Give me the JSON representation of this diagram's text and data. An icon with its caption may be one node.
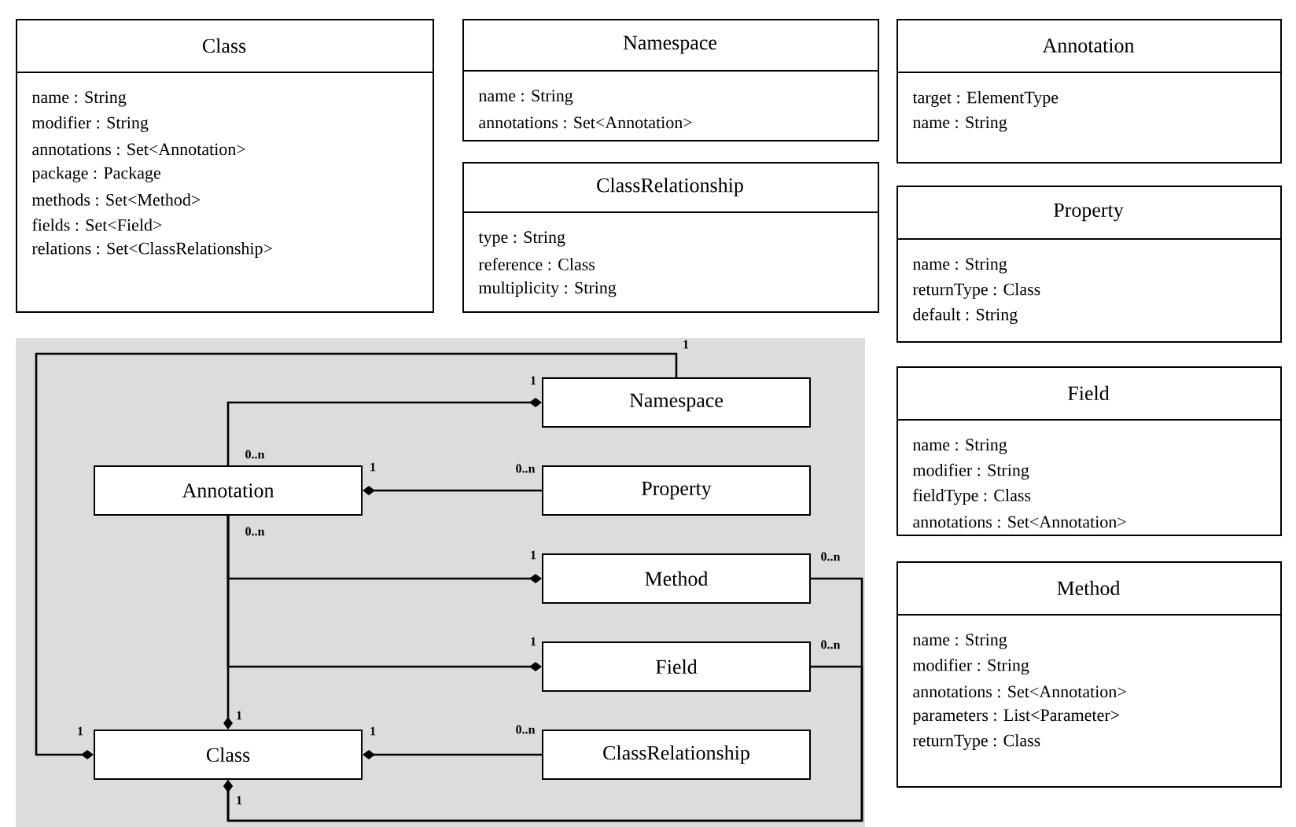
{
  "diagram": {
    "nodes": [
      {
        "text": [
          "Class",
          "name : String",
          "modifier : String",
          "annotations : Set<Annotation>",
          "package : Package",
          "methods : Set<Method>",
          "fields : Set<Field>",
          "relations : Set<ClassRelationship>"
        ]
      },
      {
        "text": [
          "Namespace",
          "name : String",
          "annotations : Set<Annotation>"
        ]
      },
      {
        "text": [
          "Annotation",
          "target : ElementType",
          "name : String"
        ]
      },
      {
        "text": [
          "ClassRelationship",
          "type : String",
          "reference : Class",
          "multiplicity : String"
        ]
      },
      {
        "text": [
          "Property",
          "name : String",
          "returnType : Class",
          "default : String"
        ]
      },
      {
        "text": [
          "Field",
          "name : String",
          "modifier : String",
          "fieldType : Class",
          "annotations : Set<Annotation>"
        ]
      },
      {
        "text": [
          "Method",
          "name : String",
          "modifier : String",
          "annotations : Set<Annotation>",
          "parameters : List<Parameter>",
          "returnType : Class"
        ]
      },
      {
        "text": [
          "Namespace"
        ]
      },
      {
        "text": [
          "Annotation"
        ]
      },
      {
        "text": [
          "Property"
        ]
      },
      {
        "text": [
          "Method"
        ]
      },
      {
        "text": [
          "Field"
        ]
      },
      {
        "text": [
          "Class"
        ]
      },
      {
        "text": [
          "ClassRelationship"
        ]
      }
    ],
    "edges": [
      {
        "from": 7,
        "to": 12,
        "arrow": "other"
      },
      {
        "from": 8,
        "to": 7,
        "arrow": "other"
      },
      {
        "from": 9,
        "to": 8,
        "arrow": "other"
      },
      {
        "from": 8,
        "to": 12,
        "arrow": "other"
      },
      {
        "from": 8,
        "to": 10,
        "arrow": "other"
      },
      {
        "from": 8,
        "to": 11,
        "arrow": "other"
      },
      {
        "from": 13,
        "to": 12,
        "arrow": "other"
      },
      {
        "from": 10,
        "to": 12,
        "arrow": "other"
      },
      {
        "from": 11,
        "to": 12,
        "arrow": "other"
      }
    ],
    "labels": [
      "1",
      "1",
      "0..n",
      "1",
      "0..n",
      "0..n",
      "1",
      "0..n",
      "1",
      "0..n",
      "1",
      "1",
      "1",
      "0..n",
      "1"
    ]
  }
}
